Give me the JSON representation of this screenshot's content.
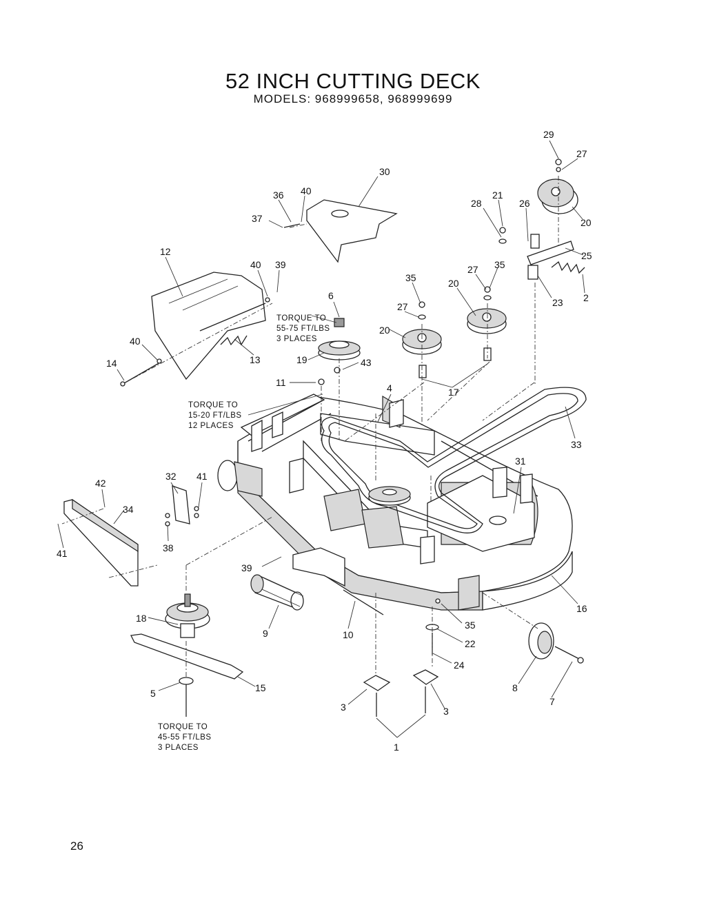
{
  "header": {
    "title": "52 INCH CUTTING DECK",
    "models": "MODELS: 968999658, 968999699"
  },
  "torque_notes": {
    "pulley_nut": [
      "TORQUE TO",
      "55-75 FT/LBS",
      "3 PLACES"
    ],
    "deck_bolts": [
      "TORQUE TO",
      "15-20 FT/LBS",
      "12 PLACES"
    ],
    "blade_bolt": [
      "TORQUE TO",
      "45-55 FT/LBS",
      "3 PLACES"
    ]
  },
  "callouts": [
    {
      "num": "29"
    },
    {
      "num": "27"
    },
    {
      "num": "30"
    },
    {
      "num": "36"
    },
    {
      "num": "40"
    },
    {
      "num": "28"
    },
    {
      "num": "21"
    },
    {
      "num": "26"
    },
    {
      "num": "20"
    },
    {
      "num": "37"
    },
    {
      "num": "12"
    },
    {
      "num": "25"
    },
    {
      "num": "40"
    },
    {
      "num": "39"
    },
    {
      "num": "35"
    },
    {
      "num": "27"
    },
    {
      "num": "35"
    },
    {
      "num": "20"
    },
    {
      "num": "23"
    },
    {
      "num": "2"
    },
    {
      "num": "6"
    },
    {
      "num": "27"
    },
    {
      "num": "20"
    },
    {
      "num": "40"
    },
    {
      "num": "13"
    },
    {
      "num": "19"
    },
    {
      "num": "43"
    },
    {
      "num": "14"
    },
    {
      "num": "11"
    },
    {
      "num": "4"
    },
    {
      "num": "17"
    },
    {
      "num": "33"
    },
    {
      "num": "31"
    },
    {
      "num": "42"
    },
    {
      "num": "32"
    },
    {
      "num": "41"
    },
    {
      "num": "34"
    },
    {
      "num": "38"
    },
    {
      "num": "41"
    },
    {
      "num": "39"
    },
    {
      "num": "16"
    },
    {
      "num": "18"
    },
    {
      "num": "9"
    },
    {
      "num": "10"
    },
    {
      "num": "35"
    },
    {
      "num": "22"
    },
    {
      "num": "24"
    },
    {
      "num": "5"
    },
    {
      "num": "15"
    },
    {
      "num": "8"
    },
    {
      "num": "7"
    },
    {
      "num": "3"
    },
    {
      "num": "3"
    },
    {
      "num": "1"
    }
  ],
  "page_number": "26"
}
